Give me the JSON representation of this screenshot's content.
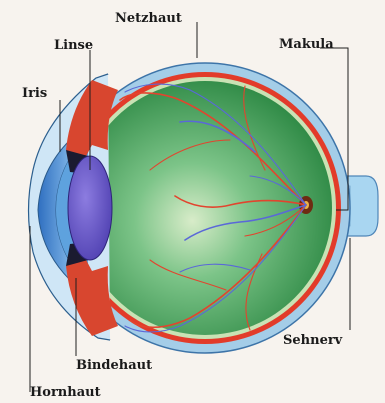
{
  "labels": {
    "netzhaut": "Netzhaut",
    "linse": "Linse",
    "makula": "Makula",
    "iris": "Iris",
    "sehnerv": "Sehnerv",
    "bindehaut": "Bindehaut",
    "hornhaut": "Hornhaut"
  },
  "colors": {
    "background": "#f7f3ee",
    "sclera_outer": "#9cc7e4",
    "retina_red": "#e23b2a",
    "vitreous_green": "#2f9a47",
    "lens_purple": "#6a55c8",
    "cornea_blue": "#4f93d8",
    "nerve_blue": "#9fd0ef",
    "artery": "#e2442e",
    "vein": "#5a68d8"
  }
}
